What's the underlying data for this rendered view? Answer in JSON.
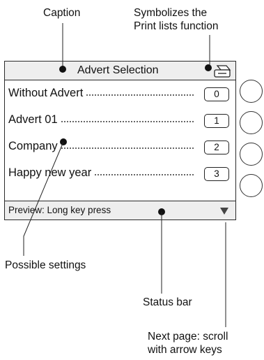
{
  "callouts": {
    "caption": "Caption",
    "print_lists_line1": "Symbolizes the",
    "print_lists_line2": "Print lists function",
    "possible_settings": "Possible settings",
    "status_bar": "Status bar",
    "next_page_line1": "Next page: scroll",
    "next_page_line2": "with arrow keys"
  },
  "screen": {
    "title": "Advert Selection",
    "title_icon": "printer-icon",
    "rows": [
      {
        "label": "Without Advert",
        "key": "0"
      },
      {
        "label": "Advert 01",
        "key": "1"
      },
      {
        "label": "Company",
        "key": "2"
      },
      {
        "label": "Happy new year",
        "key": "3"
      }
    ],
    "status": "Preview: Long key press",
    "scroll_icon": "arrow-down-icon"
  },
  "soft_keys_count": 4
}
